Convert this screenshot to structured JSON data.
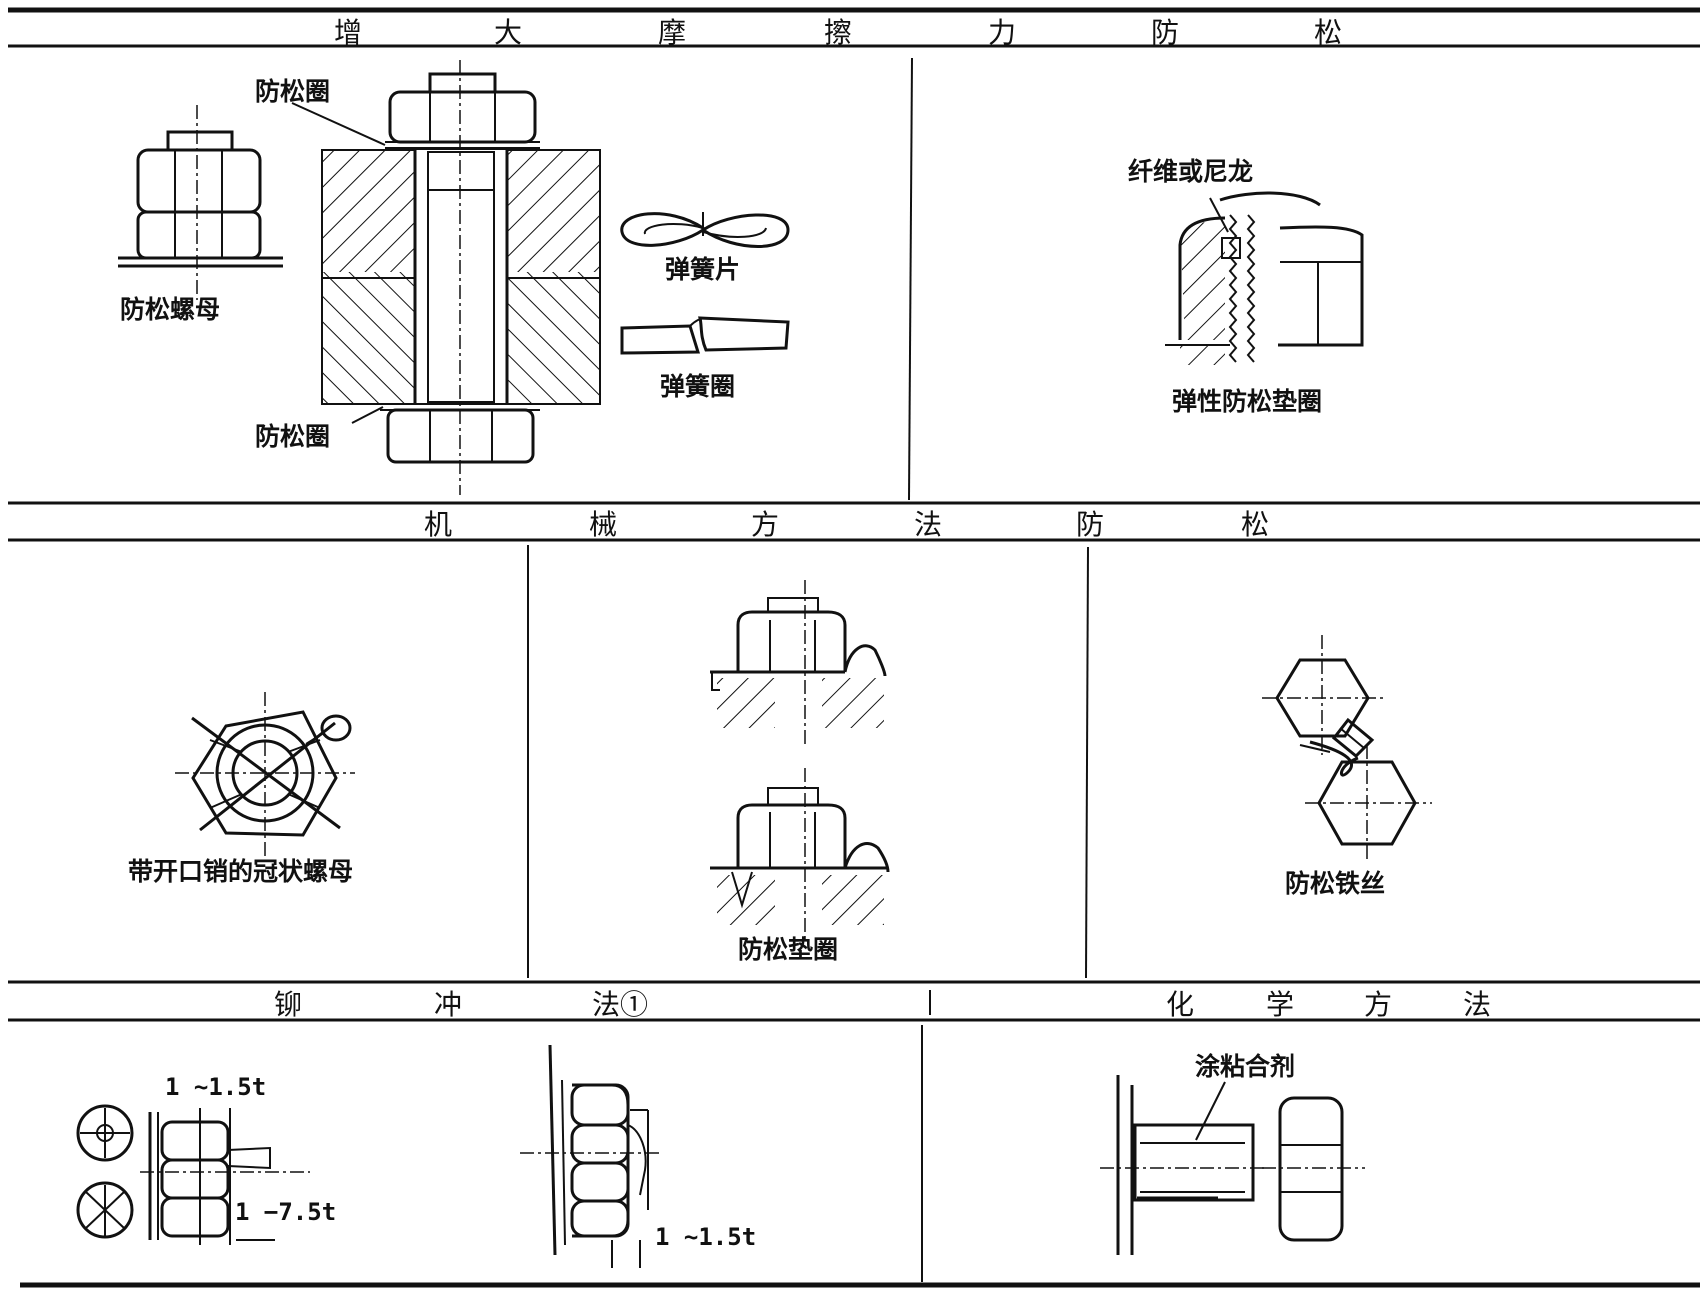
{
  "sections": {
    "friction": {
      "title": [
        "增",
        "大",
        "摩",
        "擦",
        "力",
        "防",
        "松"
      ]
    },
    "mechanical": {
      "title": [
        "机",
        "械",
        "方",
        "法",
        "防",
        "松"
      ]
    },
    "riveting": {
      "title": [
        "铆",
        "冲",
        "法①"
      ]
    },
    "chemical": {
      "title": [
        "化",
        "学",
        "方",
        "法"
      ]
    }
  },
  "labels": {
    "locking_ring_top": "防松圈",
    "locking_ring_bottom": "防松圈",
    "lock_nut": "防松螺母",
    "spring_leaf": "弹簧片",
    "spring_ring": "弹簧圈",
    "fiber_or_nylon": "纤维或尼龙",
    "elastic_lock_washer": "弹性防松垫圈",
    "castle_nut_cotter": "带开口销的冠状螺母",
    "lock_washer": "防松垫圈",
    "lock_wire": "防松铁丝",
    "rivet_dim_1": "1 ~1.5t",
    "rivet_dim_2": "1 −7.5t",
    "rivet_dim_3": "1 ~1.5t",
    "adhesive": "涂粘合剂"
  }
}
